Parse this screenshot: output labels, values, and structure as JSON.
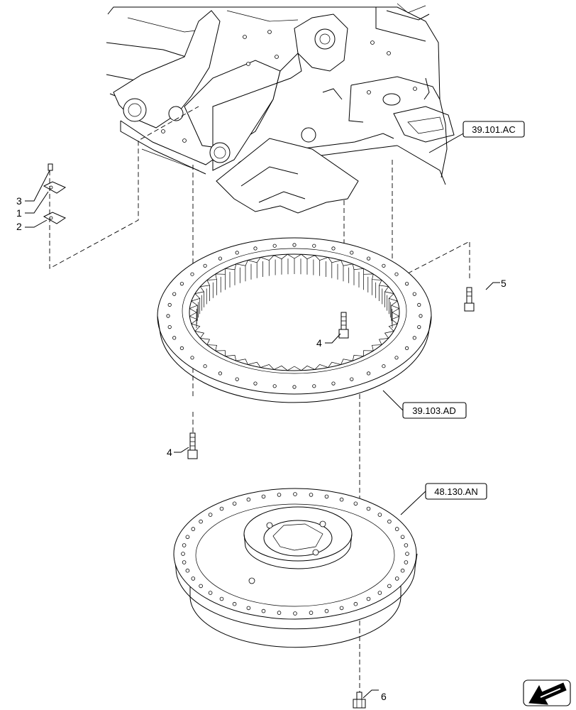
{
  "callouts": {
    "item_1": "1",
    "item_2": "2",
    "item_3": "3",
    "item_4_upper": "4",
    "item_4_lower": "4",
    "item_5": "5",
    "item_6": "6"
  },
  "references": {
    "upper_frame": "39.101.AC",
    "slewing_ring": "39.103.AD",
    "slew_drive": "48.130.AN"
  },
  "icons": {
    "navigation": "arrow-down-left-icon"
  }
}
